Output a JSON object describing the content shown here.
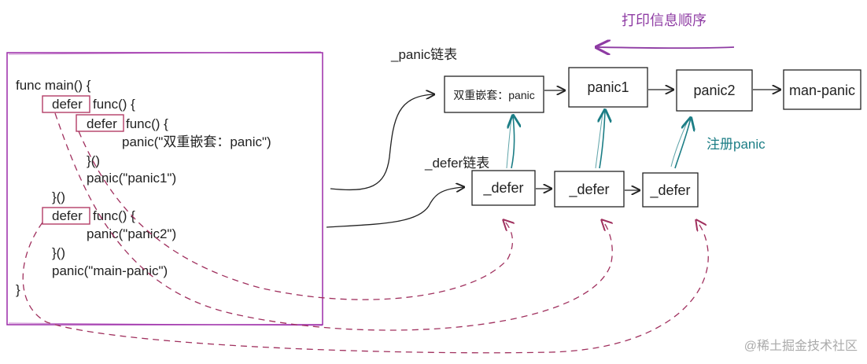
{
  "colors": {
    "code_frame": "#9c2aa8",
    "defer_highlight": "#b33d66",
    "dashed_curves": "#a0305e",
    "teal_arrows": "#1b7d85",
    "order_arrow": "#8e3ba3",
    "ink": "#222222",
    "watermark": "#aaaaaa"
  },
  "code": {
    "lines": [
      "func main() {",
      "defer",
      "func() {",
      "defer",
      "func() {",
      "panic(\"双重嵌套：panic\")",
      "}()",
      "panic(\"panic1\")",
      "}()",
      "defer",
      "func() {",
      "panic(\"panic2\")",
      "}()",
      "panic(\"main-panic\")",
      "}"
    ]
  },
  "labels": {
    "panic_list": "_panic链表",
    "defer_list": "_defer链表",
    "print_order": "打印信息顺序",
    "register": "注册panic"
  },
  "panic_nodes": [
    "双重嵌套：panic",
    "panic1",
    "panic2",
    "man-panic"
  ],
  "defer_nodes": [
    "_defer",
    "_defer",
    "_defer"
  ],
  "watermark": "@稀土掘金技术社区"
}
